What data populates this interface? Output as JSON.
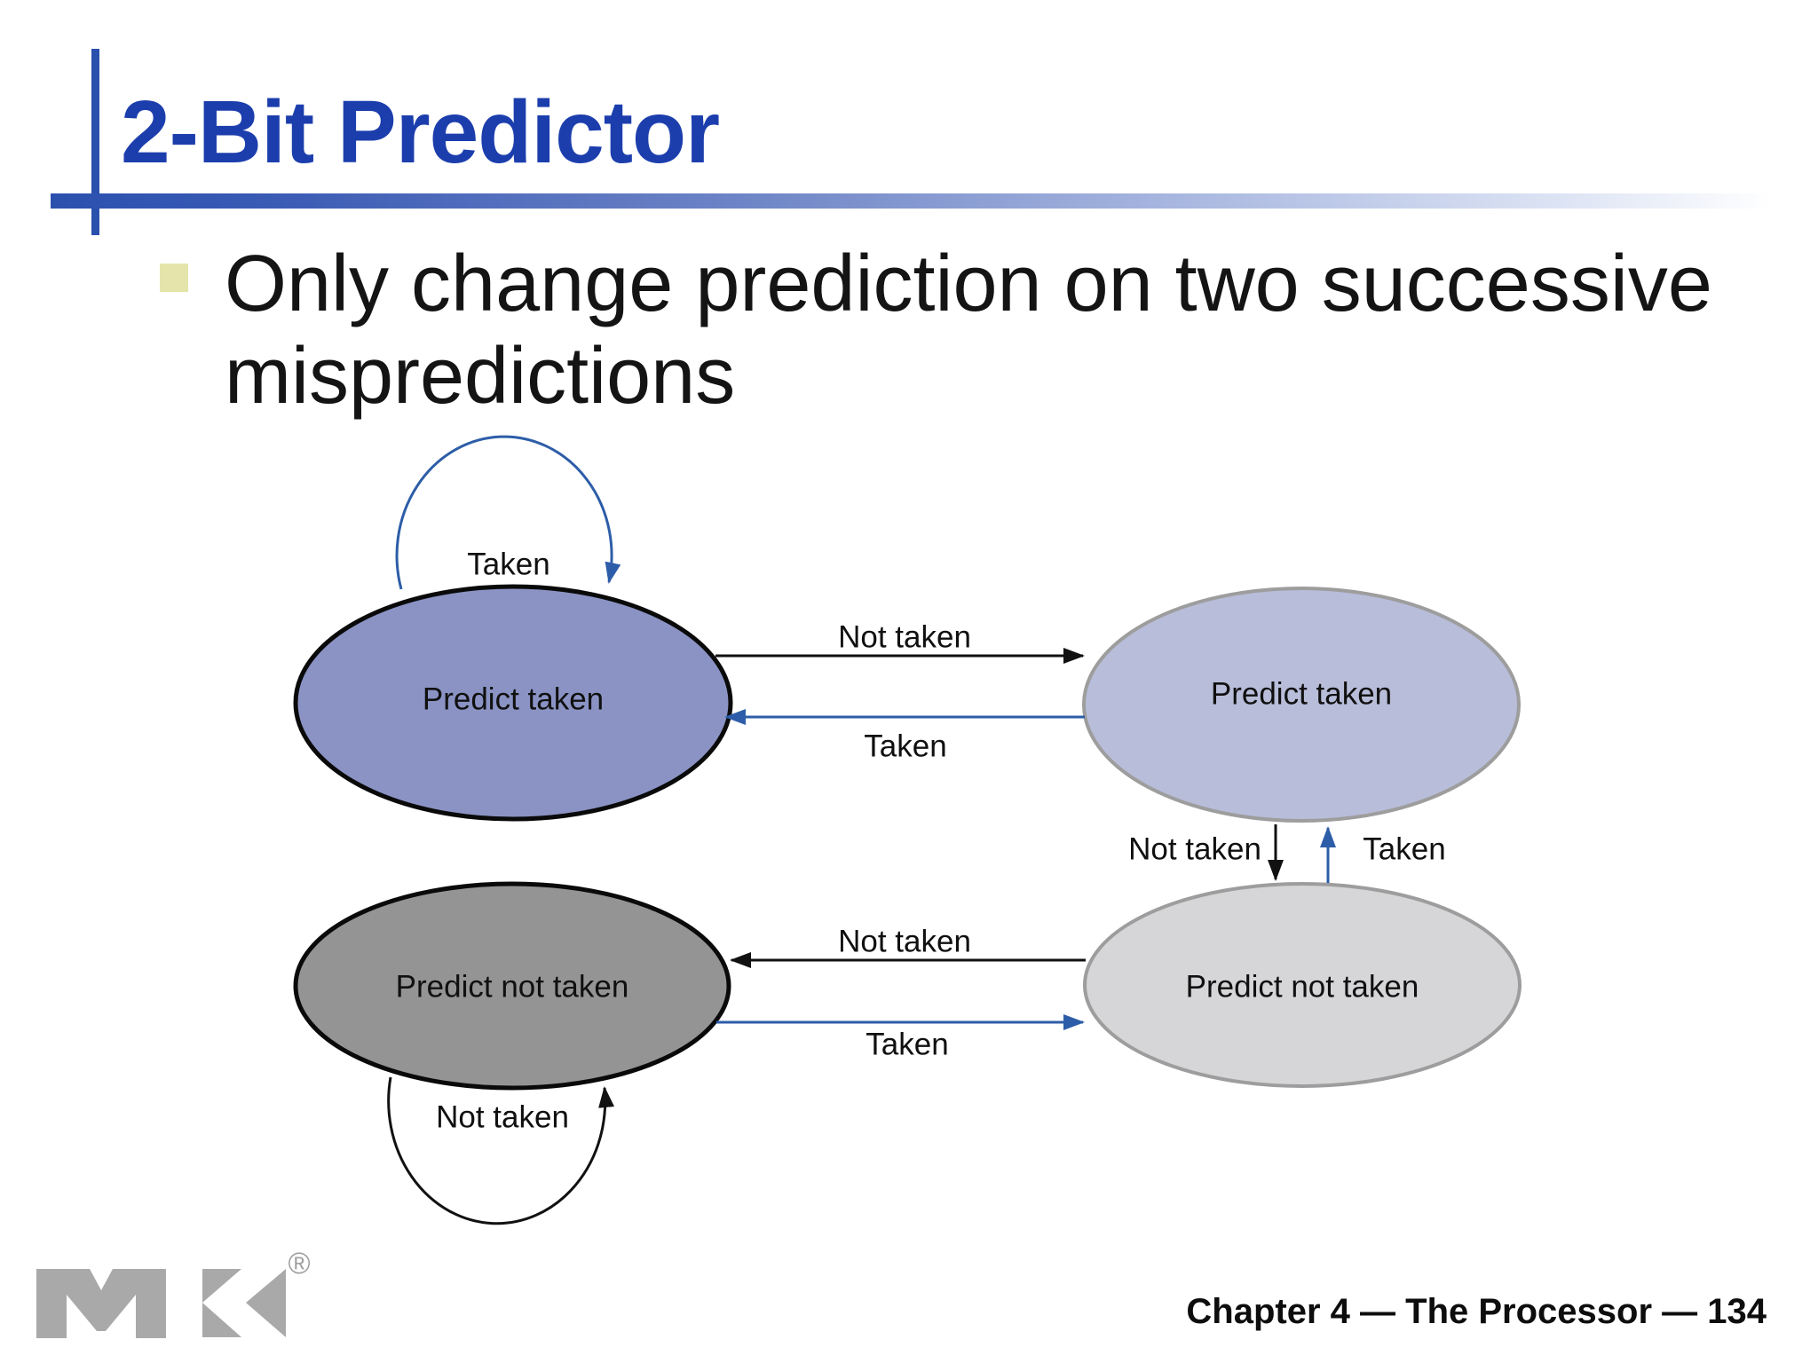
{
  "slide": {
    "title": "2-Bit Predictor",
    "bullet": "Only change prediction on two successive mispredictions",
    "footer": "Chapter 4 — The Processor — 134"
  },
  "diagram": {
    "states": {
      "top_left": "Predict taken",
      "top_right": "Predict taken",
      "bottom_left": "Predict not taken",
      "bottom_right": "Predict not taken"
    },
    "edges": {
      "self_top_left": "Taken",
      "top_ltr": "Not taken",
      "top_rtl": "Taken",
      "right_down": "Not taken",
      "right_up": "Taken",
      "bottom_rtl": "Not taken",
      "bottom_ltr": "Taken",
      "self_bottom_left": "Not taken"
    }
  },
  "logo": {
    "registered_mark": "®"
  },
  "colors": {
    "title_blue": "#1c3ead",
    "arrow_blue": "#2d5da8",
    "arrow_black": "#111111",
    "state_strong_taken_fill": "#8a93c4",
    "state_weak_taken_fill": "#b8bdd9",
    "state_strong_not_taken_fill": "#949494",
    "state_weak_not_taken_fill": "#d6d6d8",
    "state_dark_border": "#0a0a0a",
    "state_gray_border": "#9d9d9d",
    "bullet_square": "#e5e5ab",
    "logo_gray": "#a9a9a9"
  }
}
